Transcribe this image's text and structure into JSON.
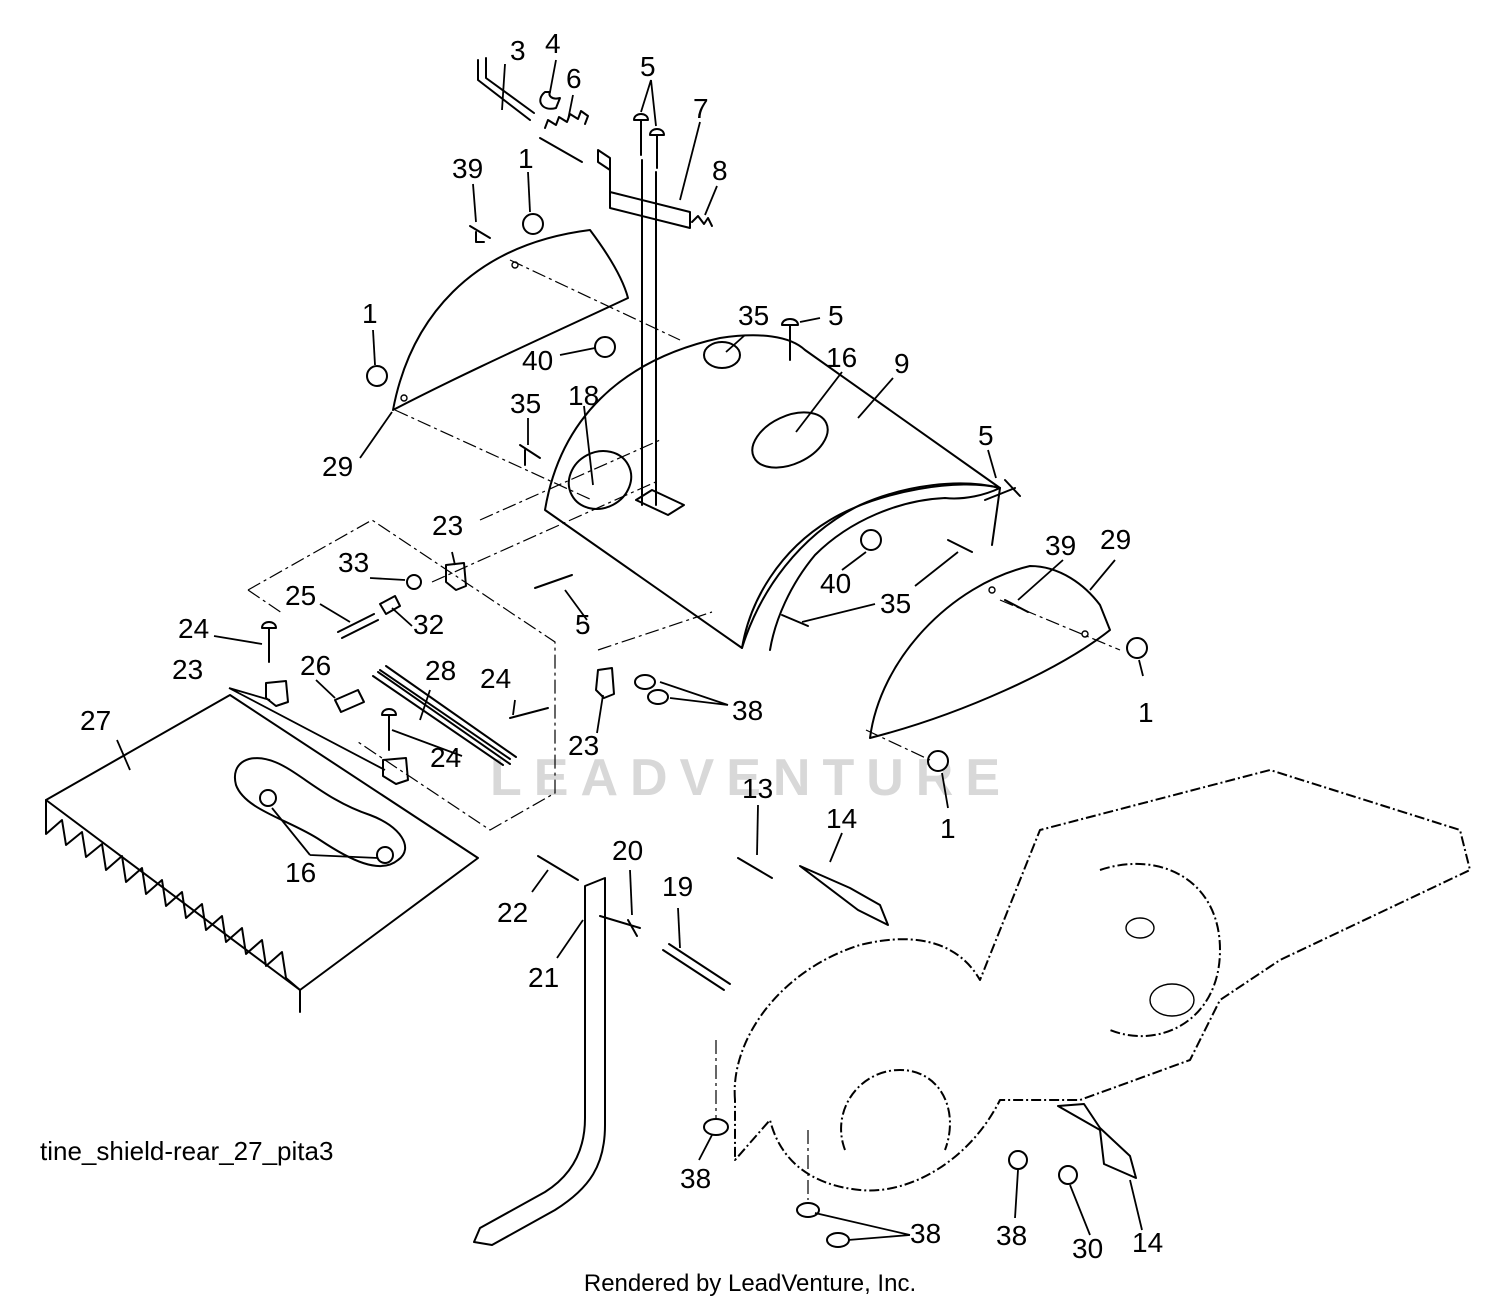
{
  "diagram": {
    "caption": "tine_shield-rear_27_pita3",
    "footer": "Rendered by LeadVenture, Inc.",
    "watermark": "LEADVENTURE",
    "callouts": {
      "c1a": "1",
      "c1b": "1",
      "c1c": "1",
      "c1d": "1",
      "c3": "3",
      "c4": "4",
      "c5a": "5",
      "c5b": "5",
      "c5c": "5",
      "c5d": "5",
      "c6": "6",
      "c7": "7",
      "c8": "8",
      "c9": "9",
      "c13": "13",
      "c14a": "14",
      "c14b": "14",
      "c16a": "16",
      "c16b": "16",
      "c18": "18",
      "c19": "19",
      "c20": "20",
      "c21": "21",
      "c22": "22",
      "c23a": "23",
      "c23b": "23",
      "c23c": "23",
      "c24a": "24",
      "c24b": "24",
      "c24c": "24",
      "c25": "25",
      "c26": "26",
      "c27": "27",
      "c28": "28",
      "c29a": "29",
      "c29b": "29",
      "c30": "30",
      "c32": "32",
      "c33": "33",
      "c35a": "35",
      "c35b": "35",
      "c35c": "35",
      "c38a": "38",
      "c38b": "38",
      "c38c": "38",
      "c38d": "38",
      "c39a": "39",
      "c39b": "39",
      "c40a": "40",
      "c40b": "40"
    }
  }
}
